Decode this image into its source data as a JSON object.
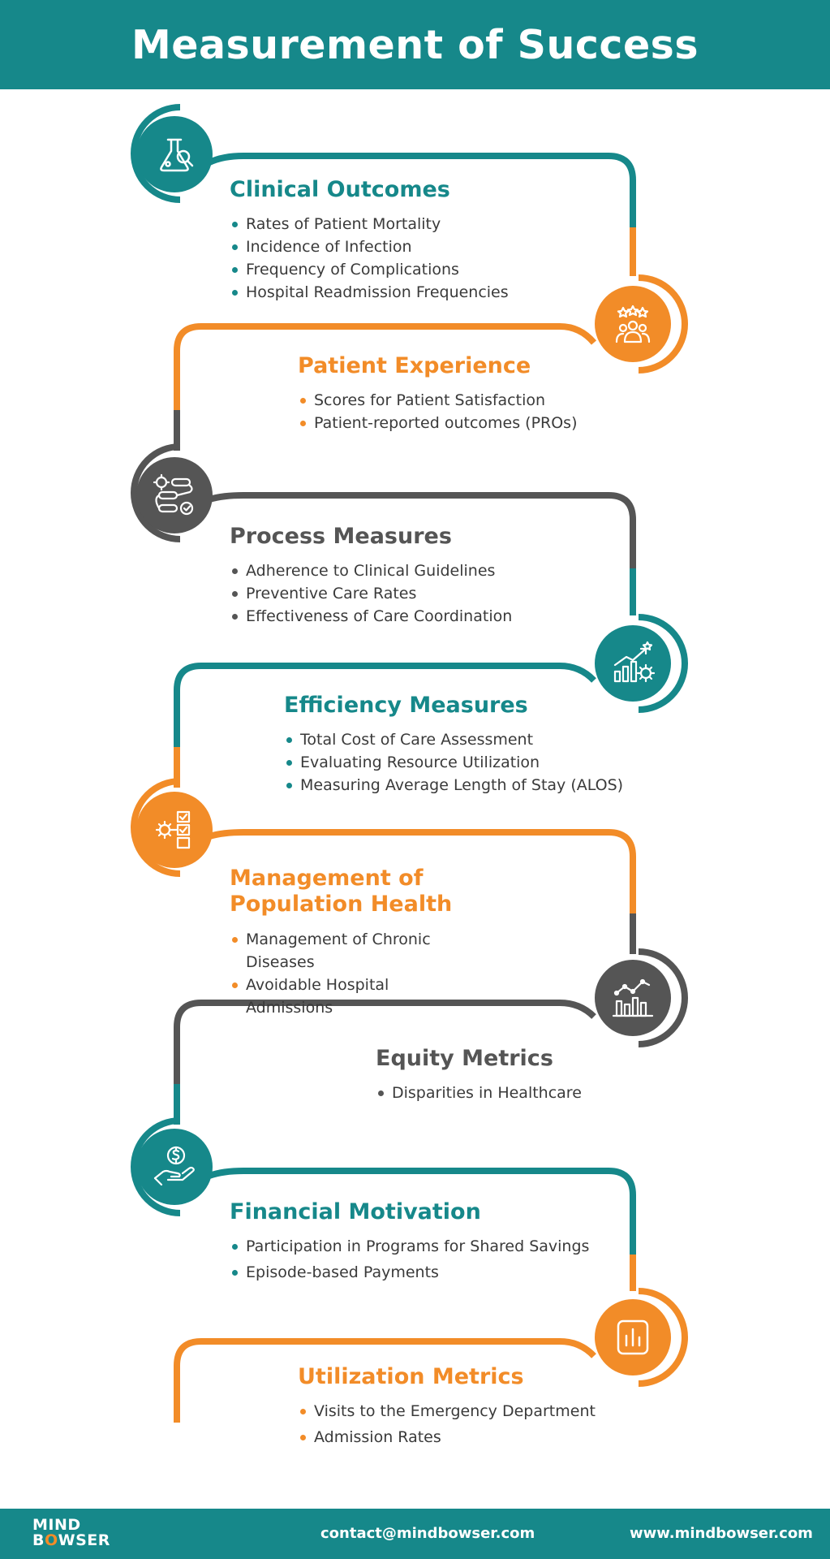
{
  "title": "Measurement of Success",
  "colors": {
    "teal": "#16888a",
    "orange": "#f28c28",
    "grey": "#555555"
  },
  "sections": [
    {
      "title": "Clinical Outcomes",
      "color": "teal",
      "icon": "flask-magnifier-icon",
      "items": [
        "Rates of Patient Mortality",
        "Incidence of Infection",
        "Frequency of Complications",
        "Hospital Readmission Frequencies"
      ]
    },
    {
      "title": "Patient Experience",
      "color": "orange",
      "icon": "people-stars-icon",
      "items": [
        "Scores for Patient Satisfaction",
        "Patient-reported outcomes (PROs)"
      ]
    },
    {
      "title": "Process Measures",
      "color": "grey",
      "icon": "process-flow-icon",
      "items": [
        "Adherence to Clinical Guidelines",
        "Preventive Care Rates",
        "Effectiveness of Care Coordination"
      ]
    },
    {
      "title": "Efficiency Measures",
      "color": "teal",
      "icon": "growth-chart-gear-icon",
      "items": [
        "Total Cost of Care Assessment",
        "Evaluating Resource Utilization",
        "Measuring Average Length of Stay (ALOS)"
      ]
    },
    {
      "title": "Management of Population Health",
      "color": "orange",
      "icon": "gear-checklist-icon",
      "items": [
        "Management of Chronic Diseases",
        "Avoidable Hospital Admissions"
      ]
    },
    {
      "title": "Equity Metrics",
      "color": "grey",
      "icon": "bar-line-chart-icon",
      "items": [
        "Disparities in Healthcare"
      ]
    },
    {
      "title": "Financial Motivation",
      "color": "teal",
      "icon": "hand-coin-icon",
      "items": [
        "Participation in Programs for Shared Savings",
        "Episode-based Payments"
      ]
    },
    {
      "title": "Utilization Metrics",
      "color": "orange",
      "icon": "bar-chart-icon",
      "items": [
        "Visits to the Emergency Department",
        "Admission Rates"
      ]
    }
  ],
  "footer": {
    "logo_line1": "MIND",
    "logo_line2_a": "B",
    "logo_line2_b": "O",
    "logo_line2_c": "WSER",
    "email": "contact@mindbowser.com",
    "website": "www.mindbowser.com"
  }
}
